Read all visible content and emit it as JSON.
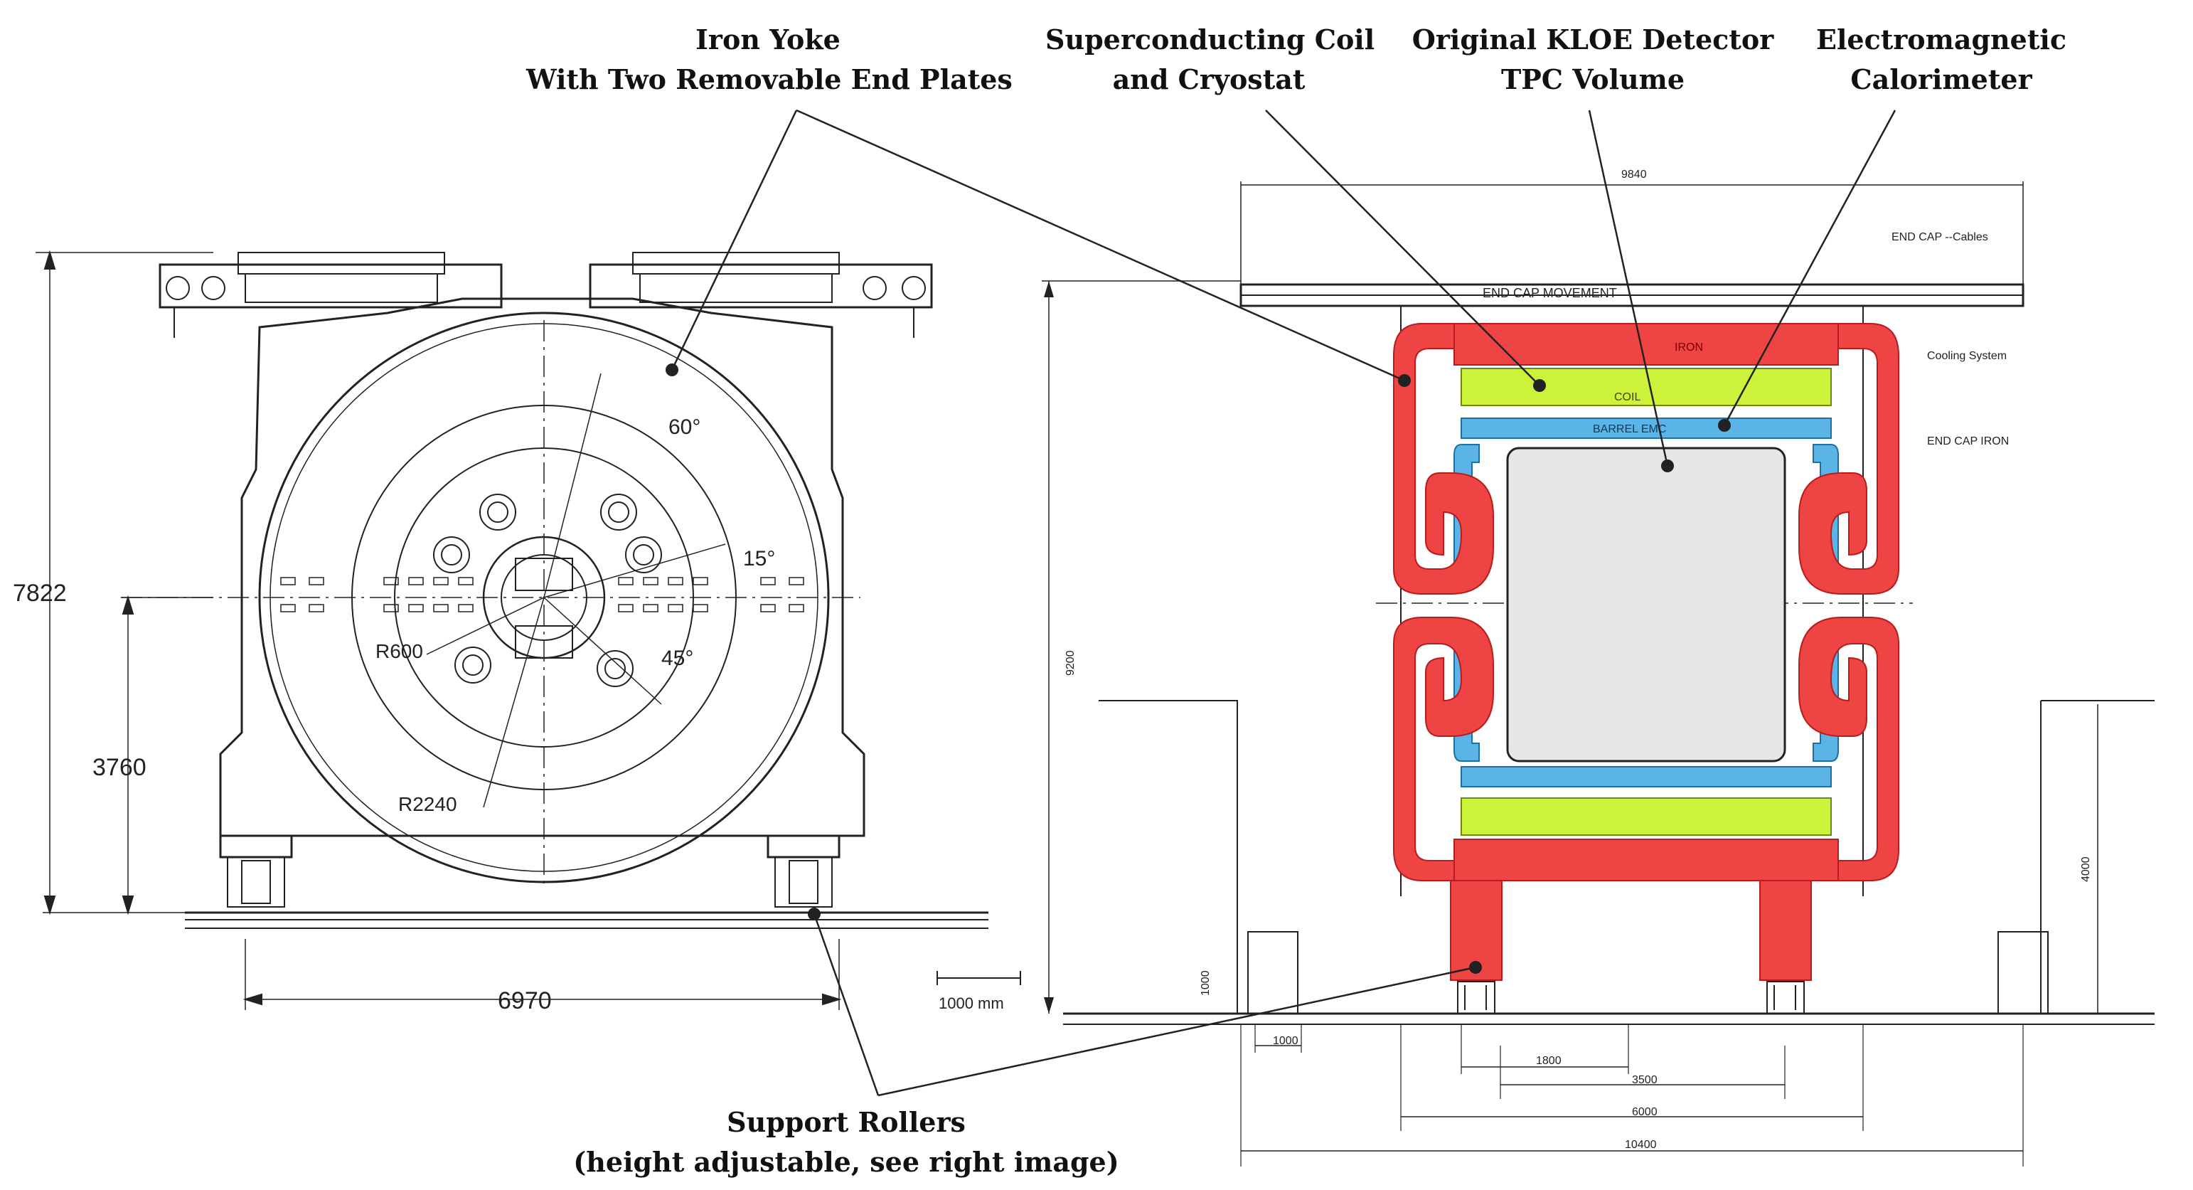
{
  "labels": {
    "iron_yoke": {
      "line1": "Iron Yoke",
      "line2": "With Two Removable End Plates"
    },
    "coil": {
      "line1": "Superconducting Coil",
      "line2": "and Cryostat"
    },
    "kloe": {
      "line1": "Original KLOE Detector",
      "line2": "TPC Volume"
    },
    "ecal": {
      "line1": "Electromagnetic",
      "line2": "Calorimeter"
    },
    "rollers": {
      "line1": "Support Rollers",
      "line2": "(height adjustable, see right image)"
    }
  },
  "left_drawing": {
    "dim_total_height": "7822",
    "dim_axis_height": "3760",
    "dim_width": "6970",
    "r_inner": "R600",
    "r_outer": "R2240",
    "angle_60": "60°",
    "angle_15": "15°",
    "angle_45": "45°",
    "scale_bar": "1000 mm"
  },
  "right_drawing": {
    "dim_top": "9840",
    "dim_height": "9200",
    "dim_1000_left": "1000",
    "dim_1000_bottom": "1000",
    "dim_4000": "4000",
    "dim_1800": "1800",
    "dim_3500": "3500",
    "dim_6000": "6000",
    "dim_10400": "10400",
    "label_end_cap_movement": "END CAP MOVEMENT",
    "label_end_cap_cables": "END CAP --Cables",
    "label_cooling": "Cooling System",
    "label_end_cap_iron": "END CAP IRON",
    "label_iron": "IRON",
    "label_coil": "COIL",
    "label_barrel": "BARREL EMC"
  },
  "colors": {
    "iron": "#ef4444",
    "coil": "#ccf23a",
    "calorimeter": "#5ab4e6",
    "tpc": "#e6e6e6",
    "line": "#222222"
  }
}
